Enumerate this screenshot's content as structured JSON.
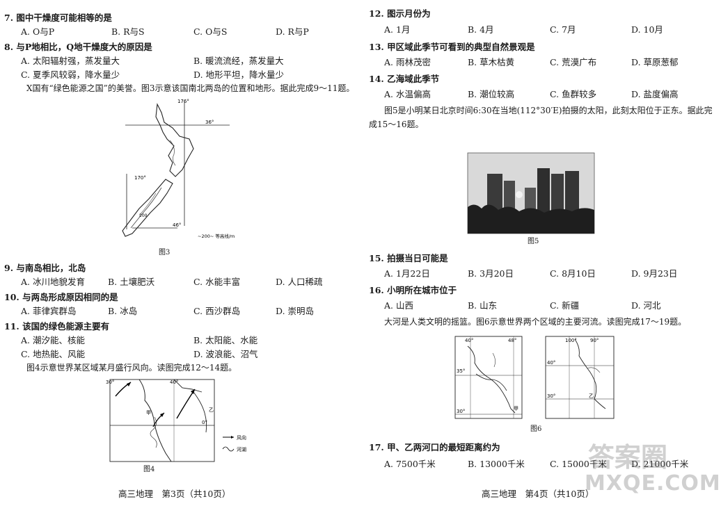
{
  "left": {
    "q7": {
      "stem": "7. 图中干燥度可能相等的是",
      "opts": [
        "A. O与P",
        "B. R与S",
        "C. O与S",
        "D. R与P"
      ]
    },
    "q8": {
      "stem": "8. 与P地相比，Q地干燥度大的原因是",
      "opts": [
        "A. 太阳辐射强，蒸发量大",
        "B. 暖流流经，蒸发量大",
        "C. 夏季风较弱，降水量少",
        "D. 地形平坦，降水量少"
      ]
    },
    "intro1": "X国有“绿色能源之国”的美誉。图3示意该国南北两岛的位置和地形。据此完成9～11题。",
    "fig3": {
      "caption": "图3",
      "lat_top": "36°",
      "lon_top": "176°",
      "lon_mid": "170°",
      "lat_bot": "46°",
      "contour_num": "200",
      "legend": "~200~ 等高线/m"
    },
    "q9": {
      "stem": "9. 与南岛相比，北岛",
      "opts": [
        "A. 冰川地貌发育",
        "B. 土壤肥沃",
        "C. 水能丰富",
        "D. 人口稀疏"
      ]
    },
    "q10": {
      "stem": "10. 与两岛形成原因相同的是",
      "opts": [
        "A. 菲律宾群岛",
        "B. 冰岛",
        "C. 西沙群岛",
        "D. 崇明岛"
      ]
    },
    "q11": {
      "stem": "11. 该国的绿色能源主要有",
      "opts": [
        "A. 潮汐能、核能",
        "B. 太阳能、水能",
        "C. 地热能、风能",
        "D. 波浪能、沼气"
      ]
    },
    "intro2": "图4示意世界某区域某月盛行风向。读图完成12～14题。",
    "fig4": {
      "caption": "图4",
      "lat30": "30°",
      "lon40": "40°",
      "lat0": "0°",
      "jia": "甲",
      "yi": "乙",
      "legend_wind": "风向",
      "legend_lake": "河湖"
    },
    "footer": "高三地理　第3页（共10页）"
  },
  "right": {
    "q12": {
      "stem": "12. 图示月份为",
      "opts": [
        "A. 1月",
        "B. 4月",
        "C. 7月",
        "D. 10月"
      ]
    },
    "q13": {
      "stem": "13. 甲区域此季节可看到的典型自然景观是",
      "opts": [
        "A. 雨林茂密",
        "B. 草木枯黄",
        "C. 荒漠广布",
        "D. 草原葱郁"
      ]
    },
    "q14": {
      "stem": "14. 乙海域此季节",
      "opts": [
        "A. 水温偏高",
        "B. 潮位较高",
        "C. 鱼群较多",
        "D. 盐度偏高"
      ]
    },
    "intro3_l1": "图5是小明某日北京时间6:30在当地(112°30′E)拍摄的太阳，此刻太阳位于正东。据此完",
    "intro3_l2": "成15～16题。",
    "fig5": {
      "caption": "图5"
    },
    "q15": {
      "stem": "15. 拍摄当日可能是",
      "opts": [
        "A. 1月22日",
        "B. 3月20日",
        "C. 8月10日",
        "D. 9月23日"
      ]
    },
    "q16": {
      "stem": "16. 小明所在城市位于",
      "opts": [
        "A. 山西",
        "B. 山东",
        "C. 新疆",
        "D. 河北"
      ]
    },
    "intro4": "大河是人类文明的摇篮。图6示意世界两个区域的主要河流。读图完成17～19题。",
    "fig6": {
      "caption": "图6",
      "a_lon40": "40°",
      "a_lon48": "48°",
      "a_lat35": "35°",
      "a_lat30": "30°",
      "a_jia": "甲",
      "b_lon100": "100°",
      "b_lon90": "90°",
      "b_lat40": "40°",
      "b_lat30": "30°",
      "b_yi": "乙"
    },
    "q17": {
      "stem": "17. 甲、乙两河口的最短距离约为",
      "opts": [
        "A. 7500千米",
        "B. 13000千米",
        "C. 15000千米",
        "D. 21000千米"
      ]
    },
    "footer": "高三地理　第4页（共10页）",
    "watermark": "答案圈",
    "watermark_url": "MXQE.COM"
  }
}
